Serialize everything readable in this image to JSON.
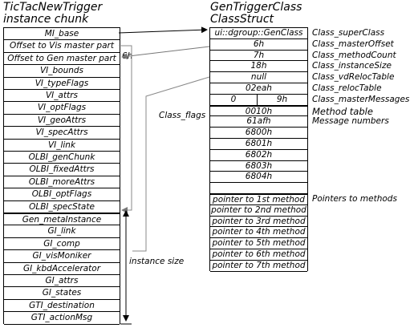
{
  "left_title": [
    "TicTacNewTrigger",
    "instance chunk"
  ],
  "right_title": [
    "GenTriggerClass",
    "ClassStruct"
  ],
  "instance_rows": [
    "MI_base",
    "Offset to Vis master part",
    "Offset to Gen master part",
    "VI_bounds",
    "VI_typeFlags",
    "VI_attrs",
    "VI_optFlags",
    "VI_geoAttrs",
    "VI_specAttrs",
    "VI_link",
    "OLBI_genChunk",
    "OLBI_fixedAttrs",
    "OLBI_moreAttrs",
    "OLBI_optFlags",
    "OLBI_specState",
    "Gen_metaInstance",
    "GI_link",
    "GI_comp",
    "GI_visMoniker",
    "GI_kbdAccelerator",
    "GI_attrs",
    "GI_states",
    "GTI_destination",
    "GTI_actionMsg"
  ],
  "class_rows": [
    {
      "value": "ui::dgroup::GenClass",
      "label": "Class_superClass"
    },
    {
      "value": "6h",
      "label": "Class_masterOffset"
    },
    {
      "value": "7h",
      "label": "Class_methodCount"
    },
    {
      "value": "18h",
      "label": "Class_instanceSize"
    },
    {
      "value": "null",
      "label": "Class_vdRelocTable"
    },
    {
      "value": "02eah",
      "label": "Class_relocTable"
    },
    {
      "value": [
        "0",
        "9h"
      ],
      "label": "Class_masterMessages"
    },
    {
      "value": "0010h",
      "label": "Method table"
    },
    {
      "value": "61afh",
      "label": "Message numbers"
    },
    {
      "value": "6800h",
      "label": ""
    },
    {
      "value": "6801h",
      "label": ""
    },
    {
      "value": "6802h",
      "label": ""
    },
    {
      "value": "6803h",
      "label": ""
    },
    {
      "value": "6804h",
      "label": ""
    },
    {
      "value": "",
      "label": ""
    },
    {
      "value": "pointer to 1st method",
      "label": "Pointers to methods"
    },
    {
      "value": "pointer to 2nd method",
      "label": ""
    },
    {
      "value": "pointer to 3rd method",
      "label": ""
    },
    {
      "value": "pointer to 4th method",
      "label": ""
    },
    {
      "value": "pointer to 5th method",
      "label": ""
    },
    {
      "value": "pointer to 6th method",
      "label": ""
    },
    {
      "value": "pointer to 7th method",
      "label": ""
    }
  ],
  "class_flags_label": "Class_flags",
  "offset_note": "6h",
  "instance_size_note": "instance size"
}
